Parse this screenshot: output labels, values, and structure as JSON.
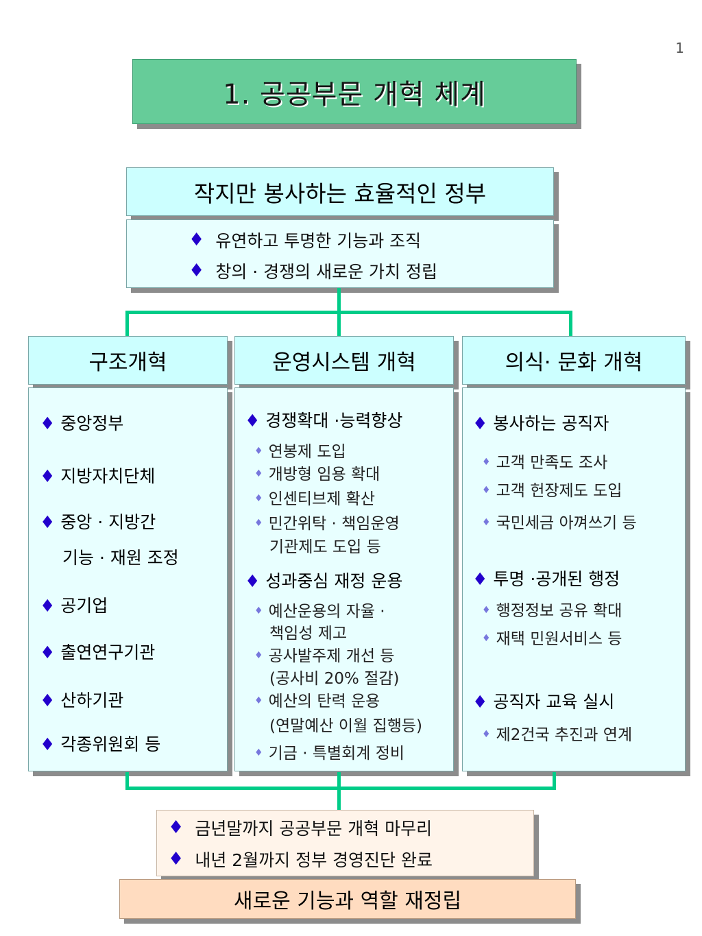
{
  "page_number": "1",
  "title": "1. 공공부문 개혁 체계",
  "goal": {
    "heading": "작지만 봉사하는 효율적인 정부",
    "bullets": [
      "유연하고  투명한 기능과 조직",
      "창의 · 경쟁의 새로운 가치 정립"
    ]
  },
  "columns": [
    {
      "heading": "구조개혁",
      "items": [
        "중앙정부",
        "지방자치단체",
        "중앙 · 지방간",
        "기능 · 재원 조정",
        "공기업",
        "출연연구기관",
        "산하기관",
        "각종위원회 등"
      ]
    },
    {
      "heading": "운영시스템 개혁",
      "groups": [
        {
          "title": "경쟁확대 ·능력향상",
          "subs": [
            "연봉제 도입",
            "개방형 임용 확대",
            "인센티브제 확산",
            "민간위탁 · 책임운영"
          ],
          "conts": [
            "기관제도 도입 등"
          ]
        },
        {
          "title": "성과중심 재정 운용",
          "subs": [
            "예산운용의 자율 ·",
            "공사발주제 개선 등",
            "예산의 탄력 운용",
            "기금 · 특별회계 정비"
          ],
          "conts": [
            "책임성 제고",
            "(공사비 20% 절감)",
            "(연말예산 이월 집행등)"
          ]
        }
      ]
    },
    {
      "heading": "의식· 문화 개혁",
      "groups": [
        {
          "title": "봉사하는 공직자",
          "subs": [
            "고객 만족도 조사",
            "고객 헌장제도 도입",
            "국민세금 아껴쓰기 등"
          ]
        },
        {
          "title": "투명 ·공개된 행정",
          "subs": [
            "행정정보 공유 확대",
            "재택 민원서비스 등"
          ]
        },
        {
          "title": "공직자 교육  실시",
          "subs": [
            "제2건국 추진과 연계"
          ]
        }
      ]
    }
  ],
  "result": {
    "bullets": [
      "금년말까지 공공부문 개혁 마무리",
      "내년 2월까지 정부 경영진단 완료"
    ],
    "final": "새로운 기능과 역할 재정립"
  },
  "icons": {
    "bullet": "diamond-bullet-icon",
    "sub_bullet": "small-diamond-icon"
  },
  "colors": {
    "title_bg": "#66cc99",
    "heading_bg": "#ccffff",
    "connector": "#00cc88",
    "final_bg": "#ffdcc0",
    "bullet": "#2200cc"
  }
}
